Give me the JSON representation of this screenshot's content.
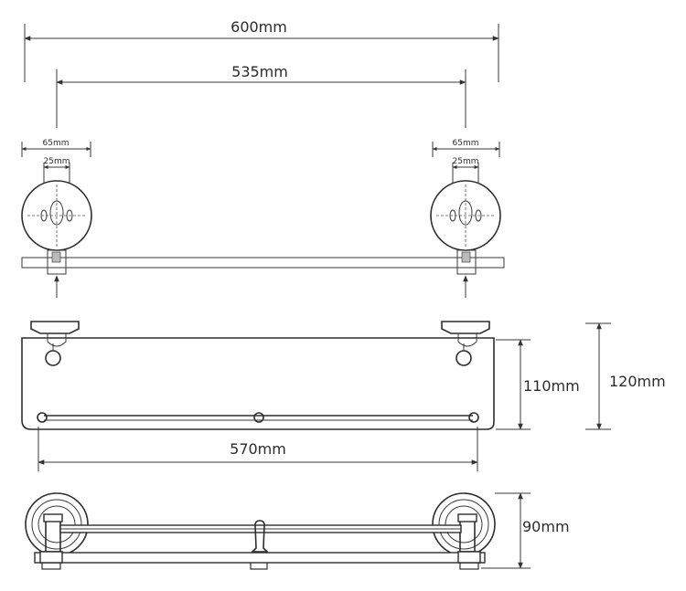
{
  "dimensions": {
    "overall_width": "600mm",
    "bracket_spacing": "535mm",
    "flange_left": "65mm",
    "hole_spacing_left": "25mm",
    "flange_right": "65mm",
    "hole_spacing_right": "25mm",
    "shelf_depth": "110mm",
    "total_depth": "120mm",
    "rail_length": "570mm",
    "height_value": "90",
    "height_unit": "mm"
  }
}
